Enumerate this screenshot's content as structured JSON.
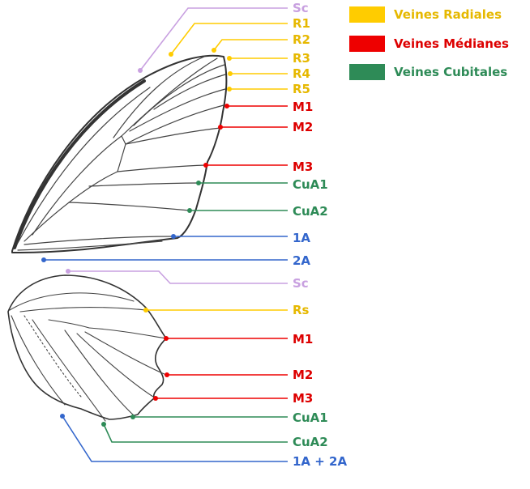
{
  "colors": {
    "radial": "#FFCC00",
    "median": "#EE0000",
    "cubital": "#2E8B57",
    "anal": "#3366CC",
    "subcostal": "#C8A0E0",
    "outline": "#333333"
  },
  "legend": [
    {
      "label": "Veines Radiales",
      "color": "#FFCC00",
      "text_color": "#E6B800"
    },
    {
      "label": "Veines Médianes",
      "color": "#EE0000",
      "text_color": "#DD0000"
    },
    {
      "label": "Veines Cubitales",
      "color": "#2E8B57",
      "text_color": "#2E8B57"
    }
  ],
  "forewing": {
    "labels": [
      {
        "text": "Sc",
        "group": "subcostal"
      },
      {
        "text": "R1",
        "group": "radial"
      },
      {
        "text": "R2",
        "group": "radial"
      },
      {
        "text": "R3",
        "group": "radial"
      },
      {
        "text": "R4",
        "group": "radial"
      },
      {
        "text": "R5",
        "group": "radial"
      },
      {
        "text": "M1",
        "group": "median"
      },
      {
        "text": "M2",
        "group": "median"
      },
      {
        "text": "M3",
        "group": "median"
      },
      {
        "text": "CuA1",
        "group": "cubital"
      },
      {
        "text": "CuA2",
        "group": "cubital"
      },
      {
        "text": "1A",
        "group": "anal"
      },
      {
        "text": "2A",
        "group": "anal"
      }
    ]
  },
  "hindwing": {
    "labels": [
      {
        "text": "Sc",
        "group": "subcostal"
      },
      {
        "text": "Rs",
        "group": "radial"
      },
      {
        "text": "M1",
        "group": "median"
      },
      {
        "text": "M2",
        "group": "median"
      },
      {
        "text": "M3",
        "group": "median"
      },
      {
        "text": "CuA1",
        "group": "cubital"
      },
      {
        "text": "CuA2",
        "group": "cubital"
      },
      {
        "text": "1A + 2A",
        "group": "anal"
      }
    ]
  }
}
